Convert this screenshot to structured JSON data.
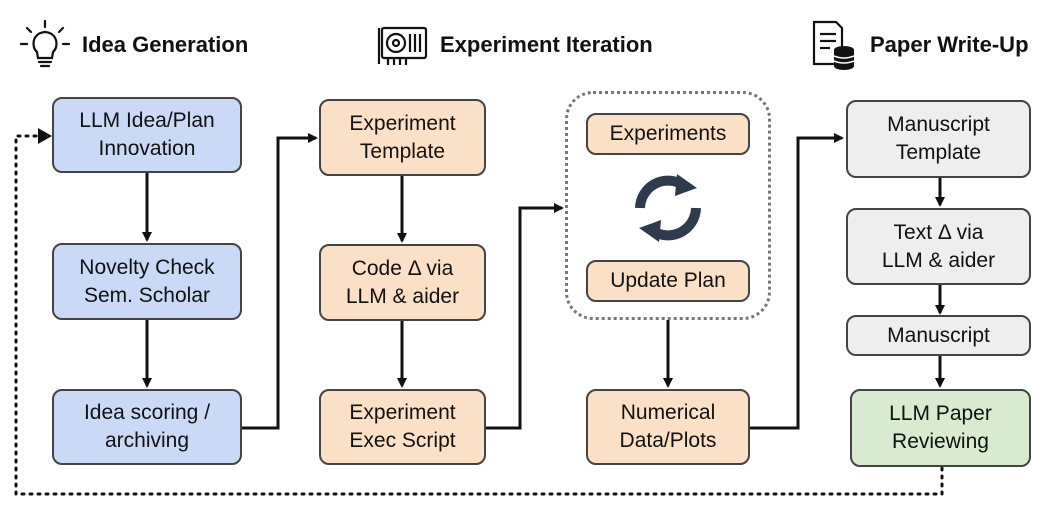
{
  "headers": {
    "idea": "Idea Generation",
    "experiment": "Experiment Iteration",
    "paper": "Paper Write-Up"
  },
  "idea_column": {
    "box1": "LLM Idea/Plan\nInnovation",
    "box2": "Novelty Check\nSem. Scholar",
    "box3": "Idea scoring /\narchiving"
  },
  "experiment_column": {
    "box1": "Experiment\nTemplate",
    "box2": "Code Δ via\nLLM & aider",
    "box3": "Experiment\nExec Script"
  },
  "iteration_loop": {
    "top": "Experiments",
    "bottom": "Update Plan",
    "output": "Numerical\nData/Plots"
  },
  "paper_column": {
    "box1": "Manuscript\nTemplate",
    "box2": "Text Δ via\nLLM & aider",
    "box3": "Manuscript",
    "box4": "LLM Paper\nReviewing"
  },
  "icons": {
    "idea": "lightbulb-icon",
    "experiment": "gpu-card-icon",
    "paper": "document-database-icon",
    "loop": "refresh-cycle-icon"
  },
  "colors": {
    "blue_fill": "#cadaf6",
    "orange_fill": "#fbe0c8",
    "gray_fill": "#eeeeee",
    "green_fill": "#d8ebd0",
    "arrow": "#111111",
    "cycle_icon": "#2f3b4c"
  }
}
